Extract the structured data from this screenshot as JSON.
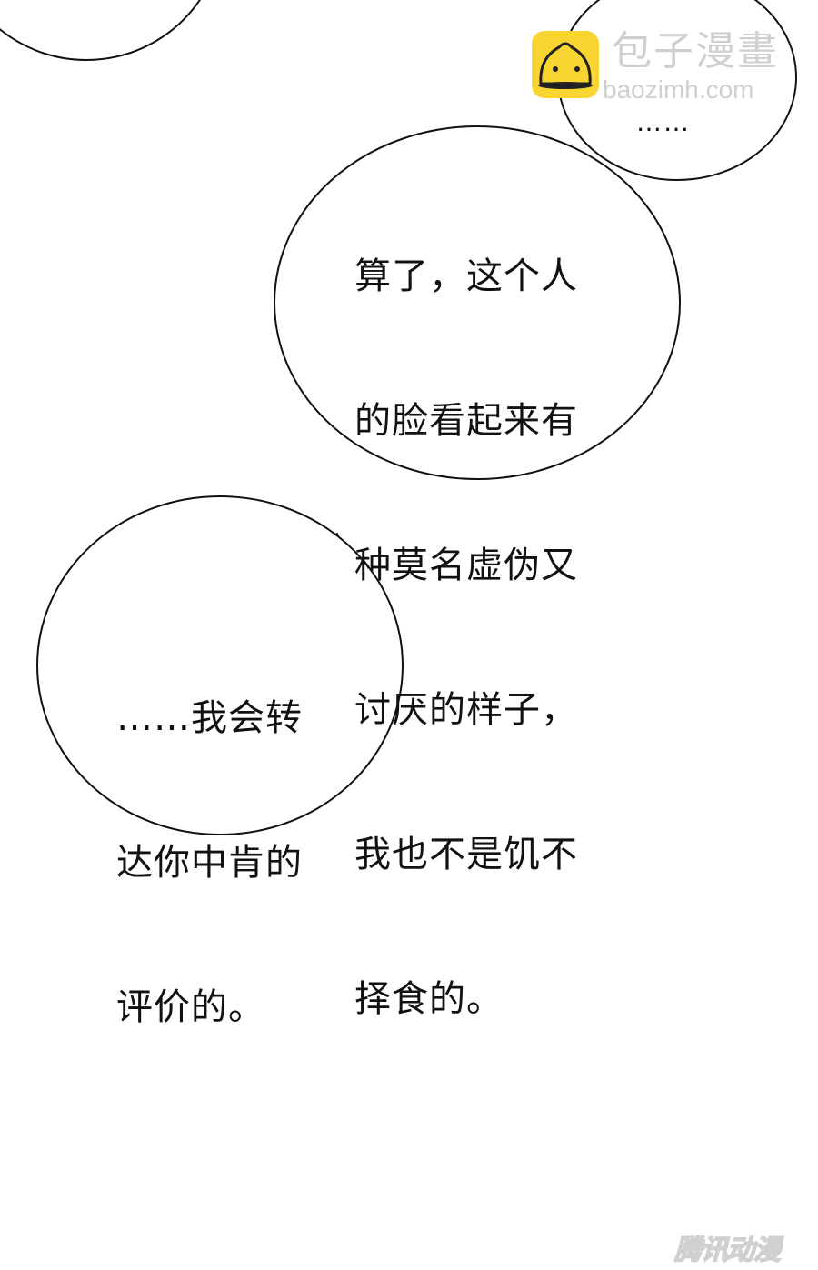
{
  "watermark": {
    "name_cn": "包子漫畫",
    "url": "baozimh.com",
    "icon": "steamed-bun-icon",
    "icon_color": "#f9d531"
  },
  "bubbles": [
    {
      "id": "top-right",
      "lines": [
        "……"
      ]
    },
    {
      "id": "middle",
      "lines": [
        "算了，这个人",
        "的脸看起来有",
        "种莫名虚伪又",
        "讨厌的样子，",
        "我也不是饥不",
        "择食的。"
      ]
    },
    {
      "id": "lower",
      "lines": [
        "……我会转",
        "达你中肯的",
        "评价的。"
      ]
    }
  ],
  "footer_watermark": "腾讯动漫"
}
